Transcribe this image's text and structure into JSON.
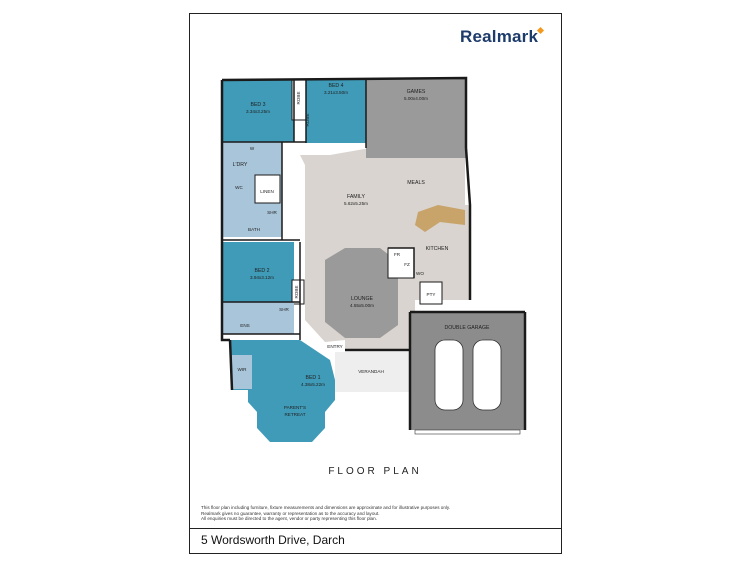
{
  "brand": {
    "name": "Realmark",
    "accent": "#f39a1e",
    "color": "#1d3b6b"
  },
  "plan": {
    "title": "FLOOR PLAN",
    "rooms": {
      "bed3": {
        "name": "BED 3",
        "dims": "3.34x3.25m"
      },
      "bed4": {
        "name": "BED 4",
        "dims": "3.21x3.50m"
      },
      "games": {
        "name": "GAMES",
        "dims": "5.00x4.00m"
      },
      "family": {
        "name": "FAMILY",
        "dims": "5.62x5.25m"
      },
      "meals": {
        "name": "MEALS"
      },
      "kitchen": {
        "name": "KITCHEN"
      },
      "bed2": {
        "name": "BED 2",
        "dims": "3.94x3.12m"
      },
      "lounge": {
        "name": "LOUNGE",
        "dims": "4.55x5.00m"
      },
      "bed1": {
        "name": "BED 1",
        "dims": "4.38x5.22m"
      },
      "retreat": {
        "name_line1": "PARENT'S",
        "name_line2": "RETREAT"
      },
      "garage": {
        "name": "DOUBLE GARAGE"
      },
      "ldry": {
        "name": "L'DRY"
      },
      "wc": {
        "name": "WC"
      },
      "linen": {
        "name": "LINEN"
      },
      "shr1": {
        "name": "SHR"
      },
      "bath": {
        "name": "BATH"
      },
      "shr2": {
        "name": "SHR"
      },
      "ens": {
        "name": "ENS"
      },
      "wir": {
        "name": "WIR"
      },
      "entry": {
        "name": "ENTRY"
      },
      "verandah": {
        "name": "VERANDAH"
      },
      "pty": {
        "name": "PTY"
      },
      "fr": {
        "name": "FR"
      },
      "fz": {
        "name": "FZ"
      },
      "wo": {
        "name": "WO"
      },
      "w": {
        "name": "W"
      },
      "robe1": {
        "name": "ROBE"
      },
      "robe2": {
        "name": "ROBE"
      },
      "robe3": {
        "name": "ROBE"
      }
    },
    "colors": {
      "bedroom": "#3f9bb8",
      "wet": "#a9c5d9",
      "living": "#d9d4cf",
      "games": "#9a9a9a",
      "garage": "#8c8c8c",
      "wall": "#1a1a1a"
    }
  },
  "disclaimer": [
    "This floor plan including furniture, fixture measurements and dimensions are approximate and for illustrative purposes only.",
    "Realmark gives no guarantee, warranty or representation as to the accuracy and layout.",
    "All enquiries must be directed to the agent, vendor or party representing this floor plan."
  ],
  "address": "5 Wordsworth Drive, Darch"
}
